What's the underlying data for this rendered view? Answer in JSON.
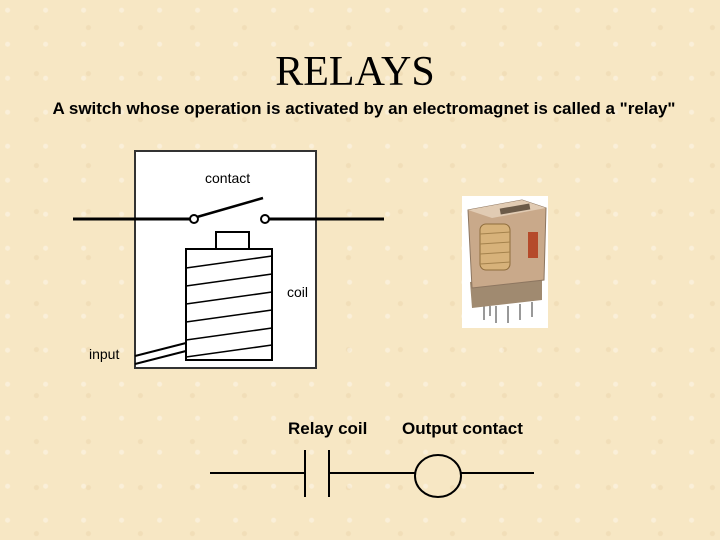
{
  "slide": {
    "title": "RELAYS",
    "subtitle": "A switch whose operation is activated by an electromagnet is called a \"relay\""
  },
  "diagram": {
    "contact_label": "contact",
    "coil_label": "coil",
    "input_label": "input"
  },
  "symbols": {
    "relay_coil_label": "Relay coil",
    "output_contact_label": "Output contact"
  },
  "photo": {
    "icon": "relay-photo-icon",
    "colors": {
      "case": "#c9a98a",
      "base": "#a08a70",
      "coil": "#d7b27a",
      "tab": "#b54a2a"
    }
  }
}
